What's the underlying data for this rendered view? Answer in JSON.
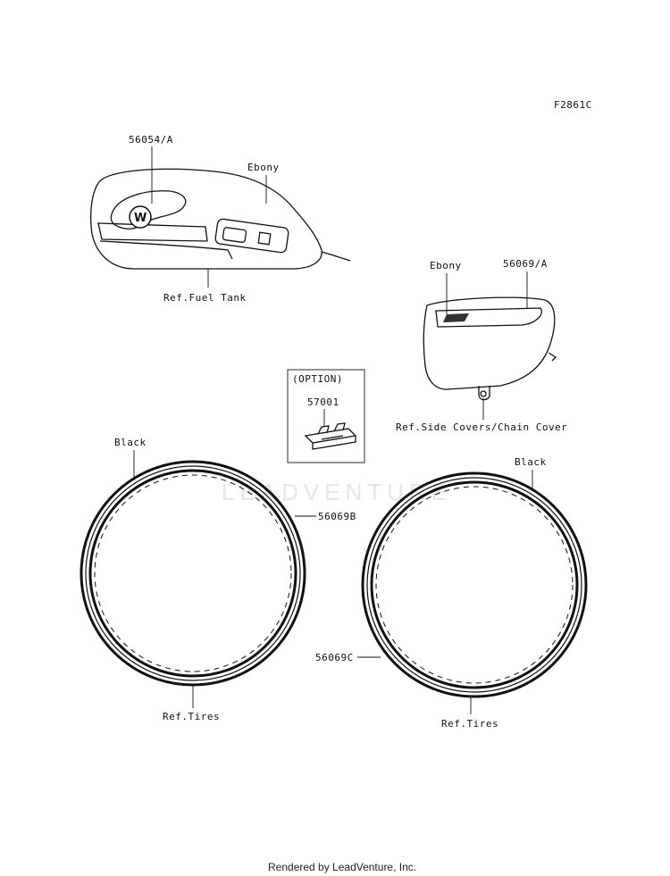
{
  "figure_code": "F2861C",
  "watermark": "LEADVENTURE",
  "labels": {
    "tank_part": "56054/A",
    "tank_color": "Ebony",
    "tank_ref": "Ref.Fuel Tank",
    "cover_color": "Ebony",
    "cover_part": "56069/A",
    "cover_ref": "Ref.Side Covers/Chain Cover",
    "option_title": "(OPTION)",
    "option_part": "57001",
    "rim_left_color": "Black",
    "rim_left_part": "56069B",
    "rim_left_ref": "Ref.Tires",
    "rim_right_color": "Black",
    "rim_right_part": "56069C",
    "rim_right_ref": "Ref.Tires"
  },
  "footer": "Rendered by LeadVenture, Inc."
}
